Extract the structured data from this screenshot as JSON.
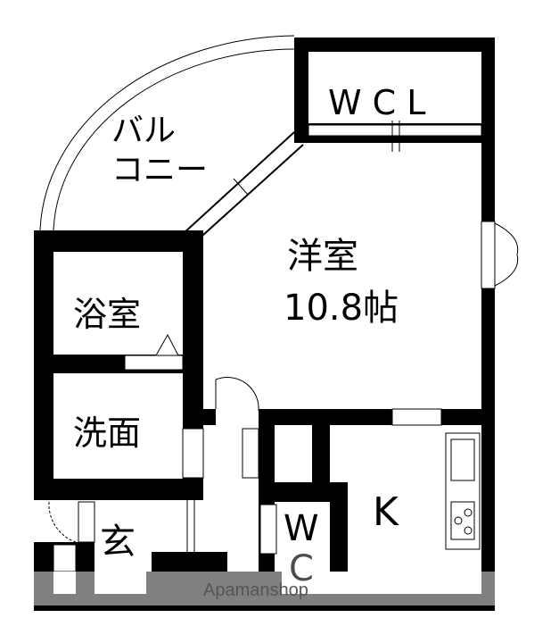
{
  "floorplan": {
    "rooms": {
      "balcony_line1": "バル",
      "balcony_line2": "コニー",
      "walk_in_closet": "W C L",
      "western_room": "洋室",
      "western_room_size": "10.8帖",
      "bathroom": "浴室",
      "washroom": "洗面",
      "entrance": "玄",
      "kitchen": "K",
      "toilet_w": "W",
      "toilet_c": "C"
    },
    "watermark": "Apamanshop",
    "colors": {
      "wall": "#000000",
      "band": "#808080",
      "background": "#ffffff"
    }
  }
}
